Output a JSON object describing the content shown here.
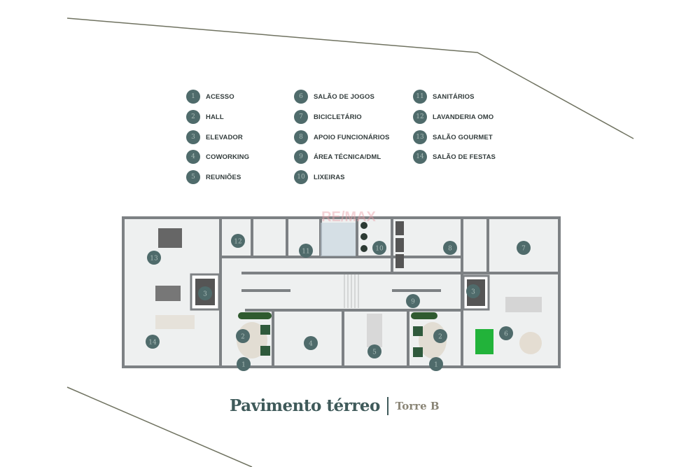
{
  "legend": [
    {
      "num": "1",
      "label": "ACESSO"
    },
    {
      "num": "2",
      "label": "HALL"
    },
    {
      "num": "3",
      "label": "ELEVADOR"
    },
    {
      "num": "4",
      "label": "COWORKING"
    },
    {
      "num": "5",
      "label": "REUNIÕES"
    },
    {
      "num": "6",
      "label": "SALÃO DE JOGOS"
    },
    {
      "num": "7",
      "label": "BICICLETÁRIO"
    },
    {
      "num": "8",
      "label": "APOIO FUNCIONÁRIOS"
    },
    {
      "num": "9",
      "label": "ÁREA TÉCNICA/DML"
    },
    {
      "num": "10",
      "label": "LIXEIRAS"
    },
    {
      "num": "11",
      "label": "SANITÁRIOS"
    },
    {
      "num": "12",
      "label": "LAVANDERIA OMO"
    },
    {
      "num": "13",
      "label": "SALÃO GOURMET"
    },
    {
      "num": "14",
      "label": "SALÃO DE FESTAS"
    }
  ],
  "plan_markers": [
    "13",
    "12",
    "11",
    "10",
    "8",
    "7",
    "3",
    "3",
    "9",
    "2",
    "4",
    "5",
    "2",
    "6",
    "14",
    "1",
    "1"
  ],
  "watermark": "RE/MAX",
  "title": {
    "main": "Pavimento térreo",
    "sub": "Torre B"
  },
  "colors": {
    "marker": "#4f6b6b",
    "title": "#3f5a5a",
    "subtitle": "#8a8576",
    "wall": "#7d8184",
    "floor": "#eef0f0",
    "deco_line": "#6f7260"
  }
}
